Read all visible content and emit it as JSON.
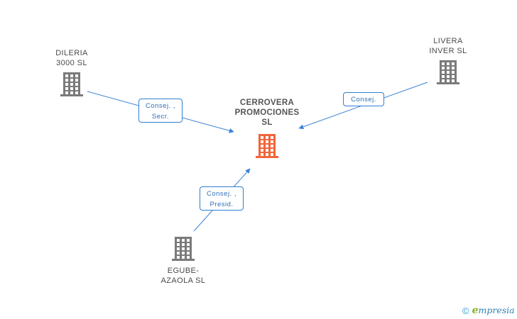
{
  "nodes": {
    "center": {
      "label": "CERROVERA\nPROMOCIONES\nSL",
      "color": "#f2643a"
    },
    "dileria": {
      "label": "DILERIA\n3000  SL",
      "color": "#7a7a7a"
    },
    "livera": {
      "label": "LIVERA\nINVER  SL",
      "color": "#7a7a7a"
    },
    "egube": {
      "label": "EGUBE-\nAZAOLA SL",
      "color": "#7a7a7a"
    }
  },
  "edges": {
    "dileria": {
      "label": "Consej. ,\nSecr."
    },
    "livera": {
      "label": "Consej."
    },
    "egube": {
      "label": "Consej. ,\nPresid."
    }
  },
  "footer": {
    "copyright_symbol": "©",
    "brand_initial": "e",
    "brand_rest": "mpresia"
  },
  "colors": {
    "edge": "#3b82d4"
  }
}
